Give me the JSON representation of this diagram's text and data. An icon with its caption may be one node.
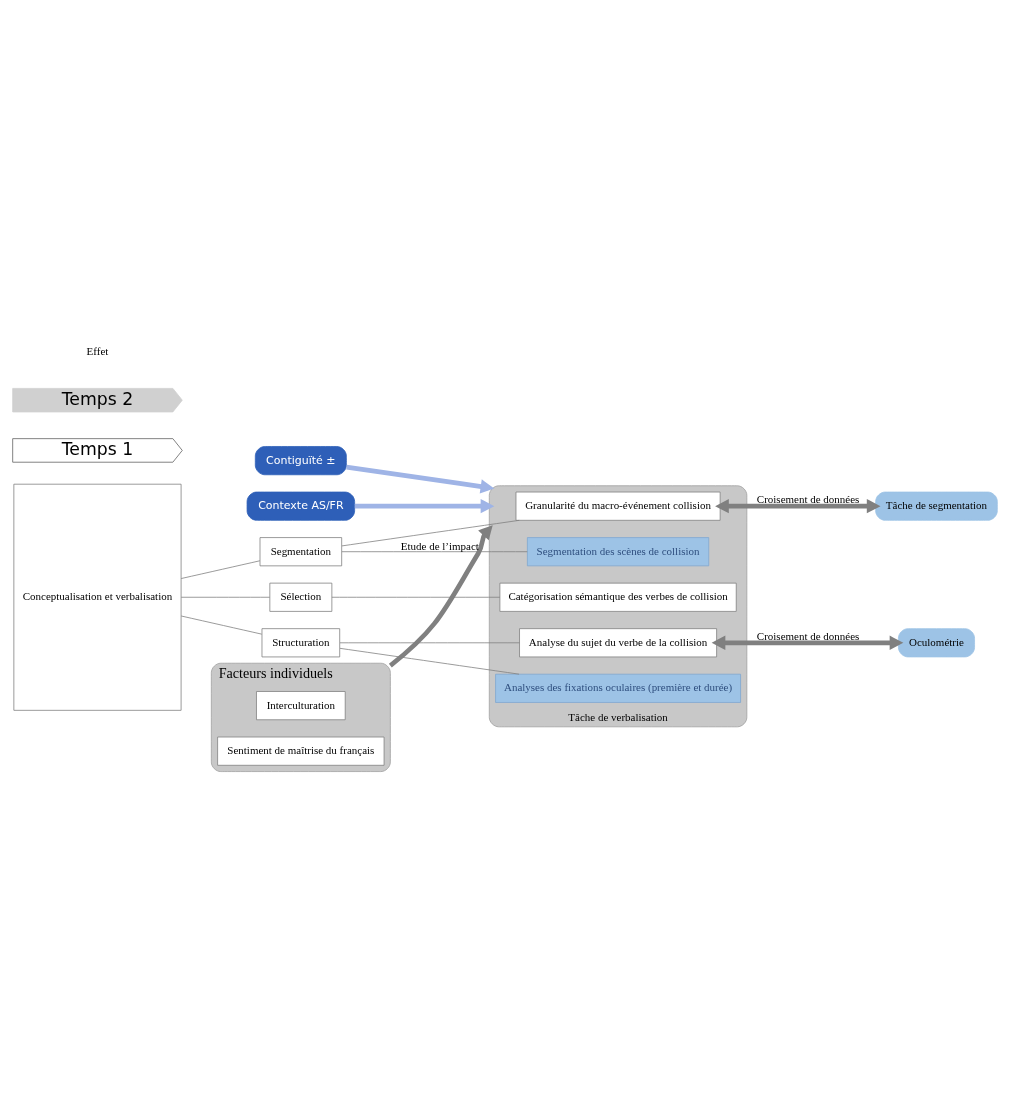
{
  "diagram": {
    "nodes": [
      {
        "text": [
          "Contiguïté ±"
        ]
      },
      {
        "text": [
          "Contexte AS/FR"
        ]
      },
      {
        "text": [
          "Conceptualisation et verbalisation"
        ]
      },
      {
        "text": [
          "Segmentation"
        ]
      },
      {
        "text": [
          "Sélection"
        ]
      },
      {
        "text": [
          "Structuration"
        ]
      },
      {
        "text": [
          "Tâche de verbalisation"
        ]
      },
      {
        "text": [
          "Granularité du macro-événement collision"
        ],
        "in": 6
      },
      {
        "text": [
          "Segmentation des scènes de collision"
        ],
        "in": 6
      },
      {
        "text": [
          "Catégorisation sémantique des verbes de collision"
        ],
        "in": 6
      },
      {
        "text": [
          "Analyse du sujet du verbe de la collision"
        ],
        "in": 6
      },
      {
        "text": [
          "Analyses des fixations oculaires (première et durée)"
        ],
        "in": 6
      },
      {
        "text": [
          "Tâche de segmentation"
        ]
      },
      {
        "text": [
          "Oculométrie"
        ]
      },
      {
        "text": [
          "Facteurs individuels"
        ]
      },
      {
        "text": [
          "Interculturation"
        ],
        "in": 14
      },
      {
        "text": [
          "Sentiment de maîtrise du français"
        ],
        "in": 14
      },
      {
        "text": [
          "Temps 1"
        ]
      },
      {
        "text": [
          "Temps 2"
        ]
      }
    ],
    "edges": [
      {
        "from": 0,
        "to": 6,
        "arrow": "to",
        "style": "thick",
        "color": "#9fb4e6"
      },
      {
        "from": 1,
        "to": 6,
        "arrow": "to",
        "style": "thick",
        "color": "#9fb4e6"
      },
      {
        "from": 2,
        "to": 3,
        "arrow": "none"
      },
      {
        "from": 2,
        "to": 4,
        "arrow": "none"
      },
      {
        "from": 2,
        "to": 5,
        "arrow": "none"
      },
      {
        "from": 3,
        "to": 7,
        "arrow": "none"
      },
      {
        "from": 3,
        "to": 8,
        "arrow": "none"
      },
      {
        "from": 4,
        "to": 9,
        "arrow": "none"
      },
      {
        "from": 5,
        "to": 10,
        "arrow": "none"
      },
      {
        "from": 5,
        "to": 11,
        "arrow": "none"
      },
      {
        "from": 7,
        "to": 12,
        "label": "Croisement de données",
        "arrow": "both",
        "style": "thick"
      },
      {
        "from": 10,
        "to": 13,
        "label": "Croisement de données",
        "arrow": "both",
        "style": "thick"
      },
      {
        "from": 14,
        "to": 6,
        "label": "Etude de l’impact",
        "arrow": "to",
        "style": "thick"
      }
    ],
    "labels": [
      "Effet"
    ]
  }
}
